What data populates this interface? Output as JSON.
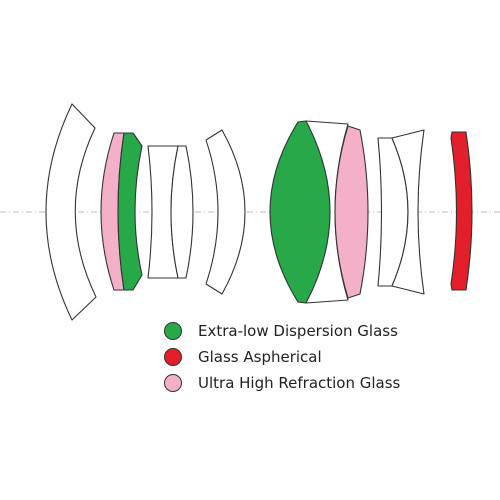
{
  "colors": {
    "extra_low_dispersion": "#27a94a",
    "aspherical": "#e21f2a",
    "ultra_high_refraction": "#f4afc9",
    "plain_glass": "#ffffff",
    "outline": "#333333",
    "axis": "#bdbdbd"
  },
  "legend": [
    {
      "label": "Extra-low Dispersion Glass",
      "color_key": "extra_low_dispersion"
    },
    {
      "label": "Glass Aspherical",
      "color_key": "aspherical"
    },
    {
      "label": "Ultra High Refraction Glass",
      "color_key": "ultra_high_refraction"
    }
  ],
  "elements": [
    {
      "id": "element-1",
      "glass": "plain_glass"
    },
    {
      "id": "element-2",
      "glass": "ultra_high_refraction"
    },
    {
      "id": "element-3",
      "glass": "extra_low_dispersion"
    },
    {
      "id": "element-4",
      "glass": "plain_glass"
    },
    {
      "id": "element-5",
      "glass": "plain_glass"
    },
    {
      "id": "element-6",
      "glass": "plain_glass"
    },
    {
      "id": "element-7",
      "glass": "extra_low_dispersion"
    },
    {
      "id": "element-8",
      "glass": "plain_glass"
    },
    {
      "id": "element-9",
      "glass": "ultra_high_refraction"
    },
    {
      "id": "element-10",
      "glass": "plain_glass"
    },
    {
      "id": "element-11",
      "glass": "plain_glass"
    },
    {
      "id": "element-12",
      "glass": "aspherical"
    }
  ]
}
